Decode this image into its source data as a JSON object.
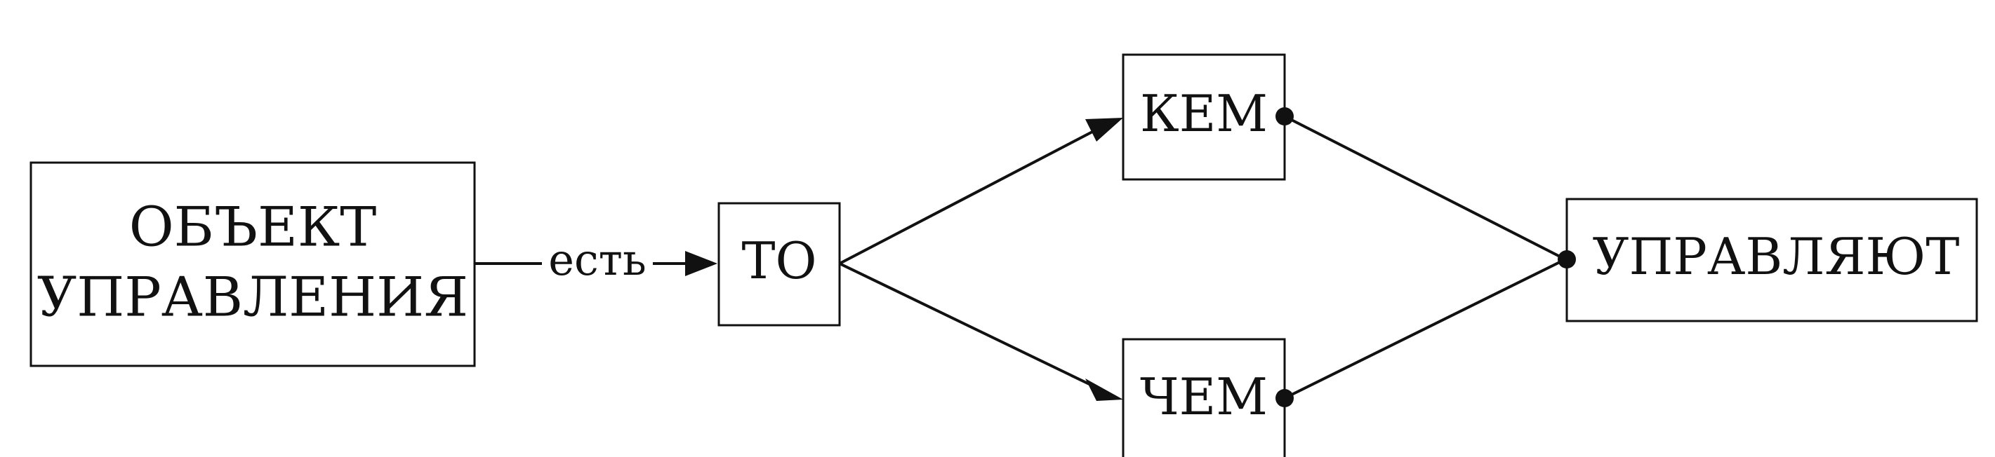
{
  "nodes": {
    "object": {
      "line1": "ОБЪЕКТ",
      "line2": "УПРАВЛЕНИЯ"
    },
    "to": {
      "label": "ТО"
    },
    "kem": {
      "label": "КЕМ"
    },
    "chem": {
      "label": "ЧЕМ"
    },
    "upravlyayut": {
      "label": "УПРАВЛЯЮТ"
    }
  },
  "edges": {
    "object_to": {
      "label": "есть"
    }
  },
  "colors": {
    "stroke": "#111111",
    "background": "#ffffff"
  }
}
